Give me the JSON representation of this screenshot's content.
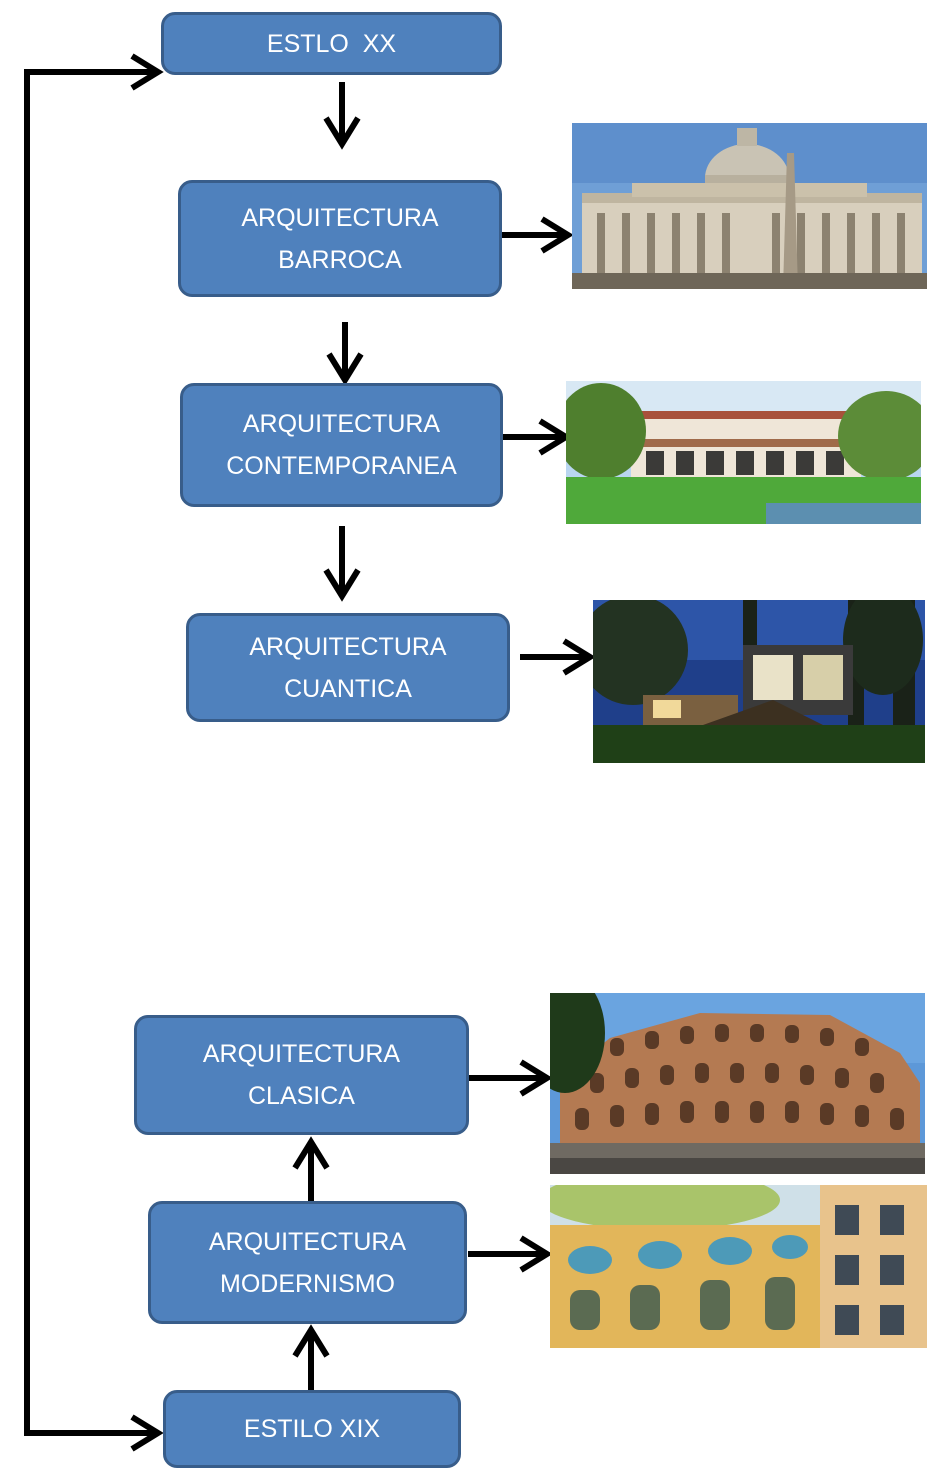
{
  "boxes": {
    "estilo_xx": {
      "label": "ESTLO  XX"
    },
    "barroca": {
      "line1": "ARQUITECTURA",
      "line2": "BARROCA"
    },
    "contemporanea": {
      "line1": "ARQUITECTURA",
      "line2": "CONTEMPORANEA"
    },
    "cuantica": {
      "line1": "ARQUITECTURA",
      "line2": "CUANTICA"
    },
    "clasica": {
      "line1": "ARQUITECTURA",
      "line2": "CLASICA"
    },
    "modernismo": {
      "line1": "ARQUITECTURA",
      "line2": "MODERNISMO"
    },
    "estilo_xix": {
      "label": "ESTILO XIX"
    }
  },
  "photos": [
    {
      "icon": "baroque-basilica-photo"
    },
    {
      "icon": "contemporary-villa-photo"
    },
    {
      "icon": "modern-house-photo"
    },
    {
      "icon": "colosseum-photo"
    },
    {
      "icon": "modernist-facade-photo"
    }
  ],
  "colors": {
    "box_fill": "#4f81bd",
    "box_border": "#385d8a",
    "box_text": "#ffffff",
    "arrow": "#000000"
  }
}
